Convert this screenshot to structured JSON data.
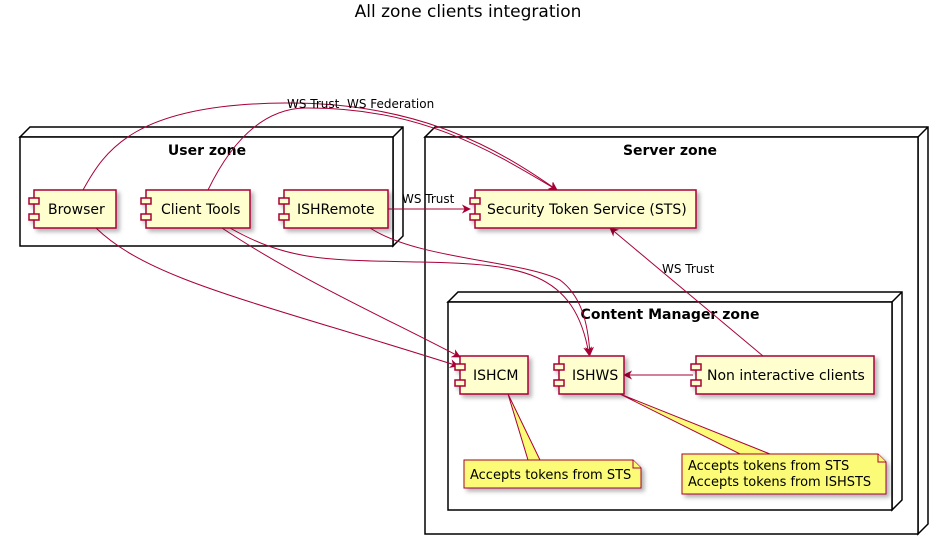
{
  "title": "All zone clients integration",
  "zones": {
    "user": "User zone",
    "server": "Server zone",
    "content_manager": "Content Manager zone"
  },
  "components": {
    "browser": "Browser",
    "client_tools": "Client Tools",
    "ishremote": "ISHRemote",
    "sts": "Security Token Service (STS)",
    "ishcm": "ISHCM",
    "ishws": "ISHWS",
    "non_interactive": "Non interactive clients"
  },
  "edges": {
    "ws_trust_top": "WS Trust",
    "ws_federation": "WS Federation",
    "ws_trust_ishremote": "WS Trust",
    "ws_trust_non_interactive": "WS Trust"
  },
  "notes": {
    "ishcm_note": [
      "Accepts tokens from STS"
    ],
    "ishws_note": [
      "Accepts tokens from STS",
      "Accepts tokens from ISHSTS"
    ]
  },
  "colors": {
    "component_fill": "#FEFECE",
    "component_border": "#A80036",
    "note_fill": "#FBFB77",
    "arrow": "#A80036"
  }
}
